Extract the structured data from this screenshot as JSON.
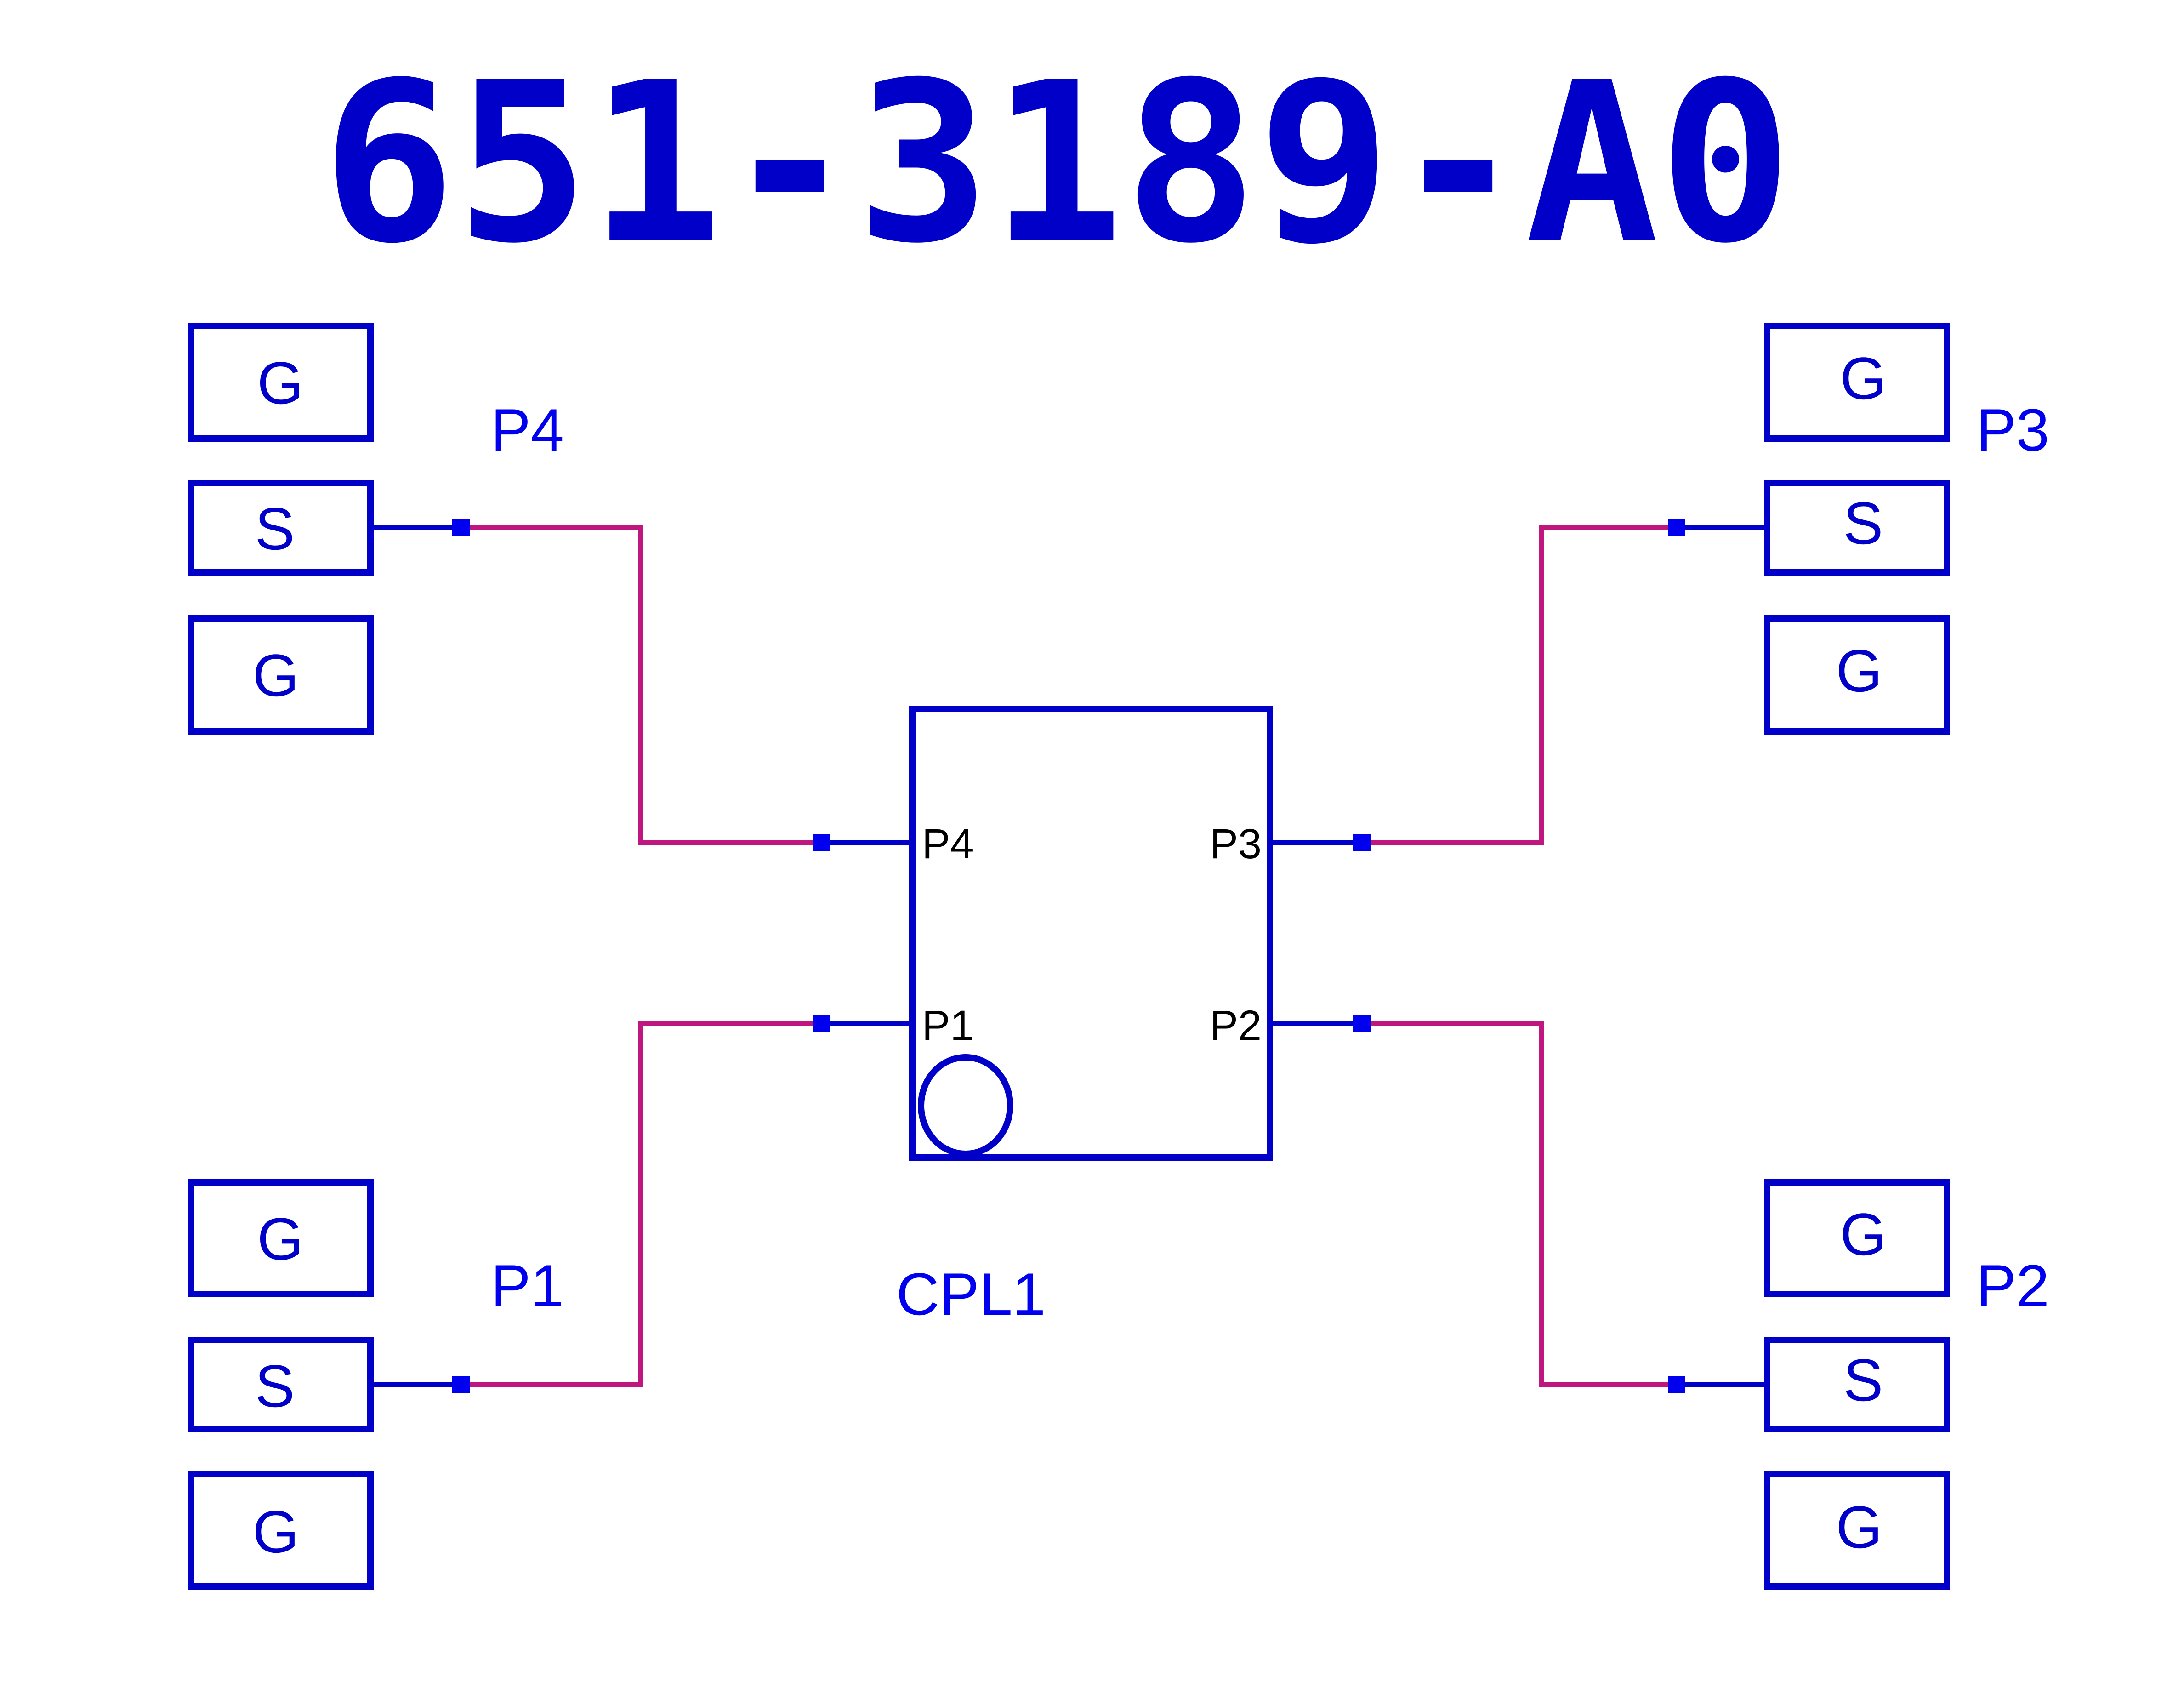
{
  "title": "651-3189-A0",
  "component": {
    "ref": "CPL1",
    "pins": {
      "p1": "P1",
      "p2": "P2",
      "p3": "P3",
      "p4": "P4"
    }
  },
  "ports": {
    "p1": {
      "label": "P1",
      "pads": [
        "G",
        "S",
        "G"
      ]
    },
    "p2": {
      "label": "P2",
      "pads": [
        "G",
        "S",
        "G"
      ]
    },
    "p3": {
      "label": "P3",
      "pads": [
        "G",
        "S",
        "G"
      ]
    },
    "p4": {
      "label": "P4",
      "pads": [
        "G",
        "S",
        "G"
      ]
    }
  },
  "colors": {
    "outline": "#0000c8",
    "trace": "#c0167f",
    "pin_text": "#000000",
    "marker": "#0000ee"
  }
}
